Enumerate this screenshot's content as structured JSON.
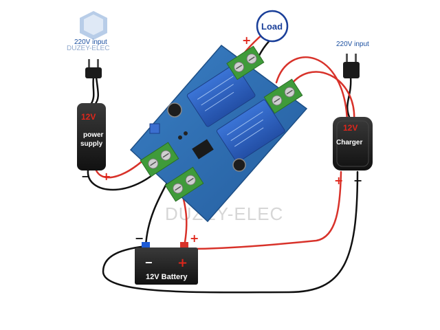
{
  "brand": {
    "name": "DUZEY-ELEC",
    "watermark": "DUZEY-ELEC"
  },
  "load": {
    "label": "Load"
  },
  "left_input": {
    "label": "220V input"
  },
  "right_input": {
    "label": "220V input"
  },
  "power_supply": {
    "voltage": "12V",
    "line1": "power",
    "line2": "supply"
  },
  "charger": {
    "voltage": "12V",
    "label": "Charger"
  },
  "battery": {
    "label": "12V Battery"
  },
  "colors": {
    "positive_wire": "#d8322a",
    "negative_wire": "#111111",
    "pcb": "#2f6fb4",
    "terminal": "#3f9b3a",
    "relay": "#2d63c2"
  }
}
